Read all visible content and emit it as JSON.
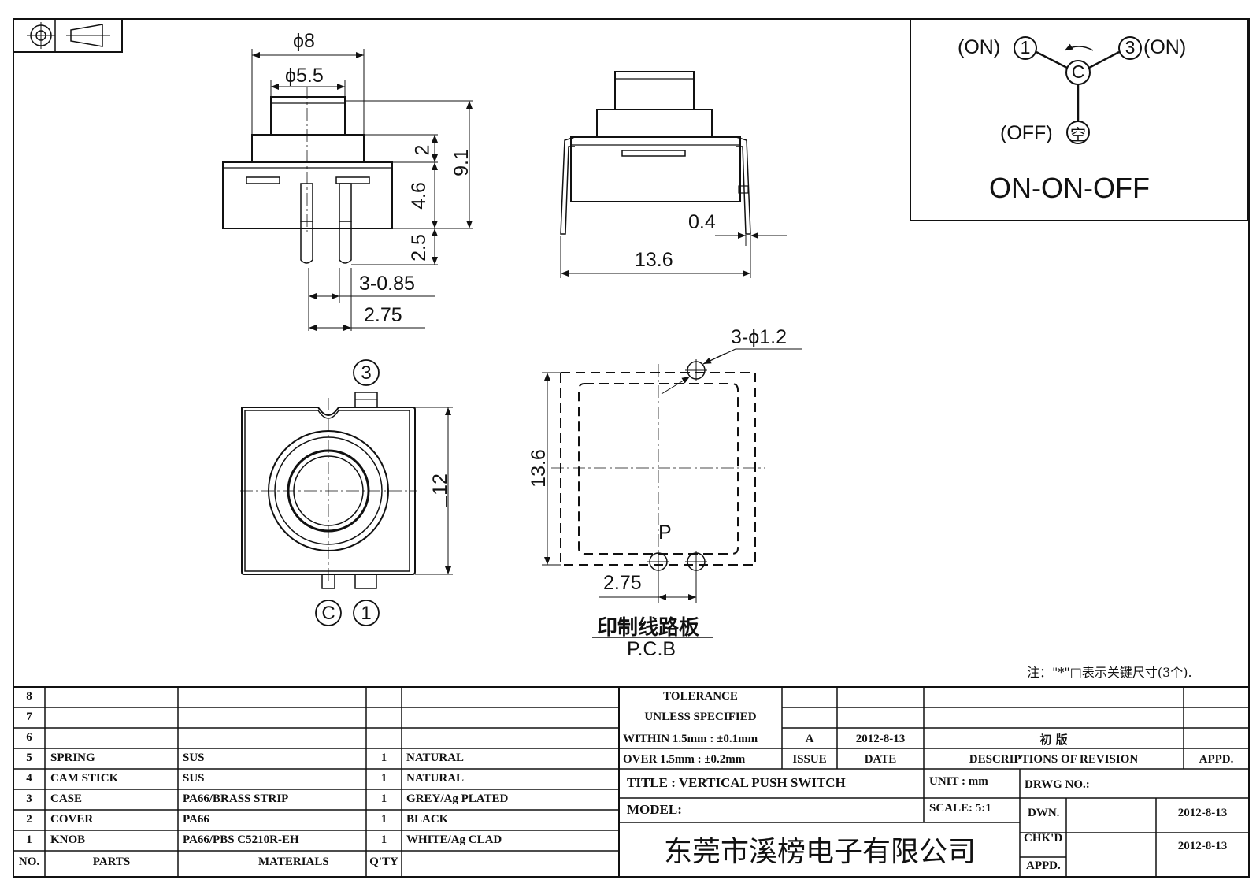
{
  "dimensions": {
    "phi8": "ϕ8",
    "phi5_5": "ϕ5.5",
    "h2": "2",
    "h4_6": "4.6",
    "h2_5": "2.5",
    "h9_1": "9.1",
    "pin_count_width": "3-0.85",
    "pitch_2_75_side": "2.75",
    "lead_0_4": "0.4",
    "width_13_6_side": "13.6",
    "hole_spec": "3-ϕ1.2",
    "height_13_6_pcb": "13.6",
    "pitch_2_75_pcb": "2.75",
    "square_12": "□12",
    "p_label": "P"
  },
  "pins": {
    "pin3": "3",
    "pinC": "C",
    "pin1": "1"
  },
  "schematic": {
    "left_state": "(ON)",
    "left_pin": "1",
    "center_pin": "C",
    "right_pin": "3",
    "right_state": "(ON)",
    "off_state": "(OFF)",
    "off_symbol": "空",
    "mode": "ON-ON-OFF"
  },
  "pcb": {
    "label_cn": "印制线路板",
    "label_en": "P.C.B"
  },
  "note": "注：\"*\"□表示关键尺寸(3个).",
  "parts_table": {
    "rows": [
      {
        "no": "8",
        "part": "",
        "material": "",
        "qty": "",
        "finish": ""
      },
      {
        "no": "7",
        "part": "",
        "material": "",
        "qty": "",
        "finish": ""
      },
      {
        "no": "6",
        "part": "",
        "material": "",
        "qty": "",
        "finish": ""
      },
      {
        "no": "5",
        "part": "SPRING",
        "material": "SUS",
        "qty": "1",
        "finish": "NATURAL"
      },
      {
        "no": "4",
        "part": "CAM STICK",
        "material": "SUS",
        "qty": "1",
        "finish": "NATURAL"
      },
      {
        "no": "3",
        "part": "CASE",
        "material": "PA66/BRASS STRIP",
        "qty": "1",
        "finish": "GREY/Ag PLATED"
      },
      {
        "no": "2",
        "part": "COVER",
        "material": "PA66",
        "qty": "1",
        "finish": "BLACK"
      },
      {
        "no": "1",
        "part": "KNOB",
        "material": "PA66/PBS C5210R-EH",
        "qty": "1",
        "finish": "WHITE/Ag CLAD"
      }
    ],
    "header": {
      "no": "NO.",
      "part": "PARTS",
      "material": "MATERIALS",
      "qty": "Q'TY"
    }
  },
  "title_block": {
    "tolerance_1": "TOLERANCE",
    "tolerance_2": "UNLESS   SPECIFIED",
    "tolerance_3": "WITHIN 1.5mm : ±0.1mm",
    "tolerance_4": "OVER 1.5mm : ±0.2mm",
    "issue_value": "A",
    "date_value": "2012-8-13",
    "revision_desc": "初  版",
    "issue_label": "ISSUE",
    "date_label": "DATE",
    "desc_label": "DESCRIPTIONS  OF  REVISION",
    "appd_label": "APPD.",
    "title_label": "TITLE :   VERTICAL  PUSH  SWITCH",
    "unit_label": "UNIT :   mm",
    "drwg_label": "DRWG  NO.:",
    "model_label": "MODEL:",
    "scale_label": "SCALE:   5:1",
    "dwn_label": "DWN.",
    "dwn_date": "2012-8-13",
    "chkd_label": "CHK'D",
    "appd2_label": "APPD.",
    "chkd_date": "2012-8-13",
    "company": "东莞市溪榜电子有限公司"
  }
}
